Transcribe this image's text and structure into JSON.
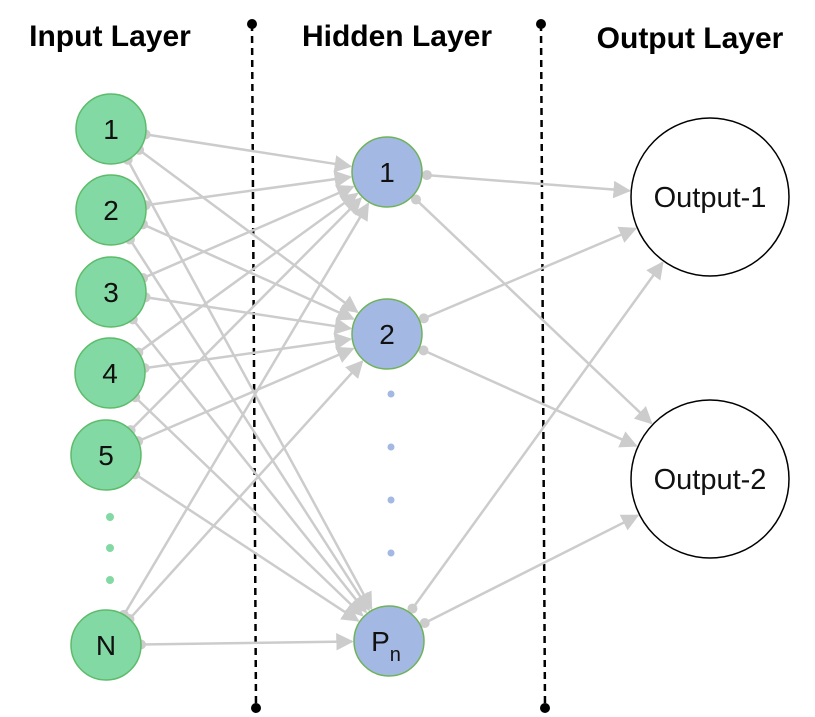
{
  "layers": {
    "input": {
      "title": "Input Layer",
      "nodes": [
        "1",
        "2",
        "3",
        "4",
        "5",
        "N"
      ]
    },
    "hidden": {
      "title": "Hidden Layer",
      "nodes": [
        "1",
        "2"
      ],
      "last_node": {
        "base": "P",
        "sub": "n"
      }
    },
    "output": {
      "title": "Output Layer",
      "nodes": [
        "Output-1",
        "Output-2"
      ]
    }
  },
  "colors": {
    "input_fill": "#82d9a3",
    "input_stroke": "#5dbb6a",
    "hidden_fill": "#a3b8e2",
    "hidden_stroke": "#6fb25a",
    "output_fill": "#ffffff",
    "output_stroke": "#000000",
    "edge": "#cccccc",
    "divider": "#000000"
  },
  "edges": {
    "input_to_hidden": "fully-connected",
    "hidden_to_output": "fully-connected"
  }
}
